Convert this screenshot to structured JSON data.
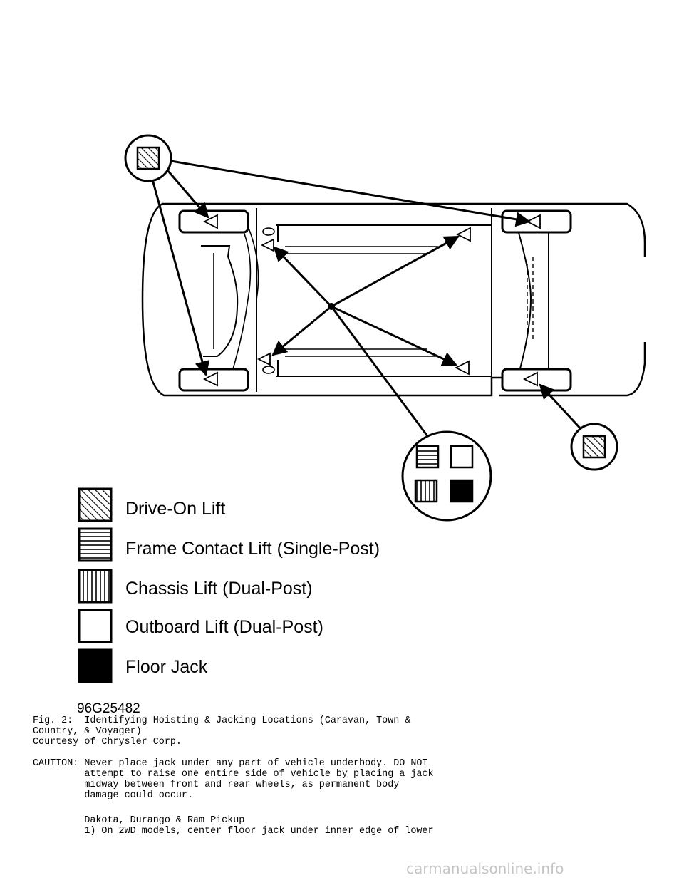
{
  "legend": {
    "drive_on": "Drive-On Lift",
    "frame_contact": "Frame Contact Lift (Single-Post)",
    "chassis": "Chassis Lift (Dual-Post)",
    "outboard": "Outboard Lift (Dual-Post)",
    "floor_jack": "Floor Jack"
  },
  "figure_code": "96G25482",
  "caption": {
    "line1": "Fig. 2:  Identifying Hoisting & Jacking Locations (Caravan, Town &",
    "line2": "Country, & Voyager)",
    "line3": "Courtesy of Chrysler Corp."
  },
  "caution": {
    "line1": "CAUTION: Never place jack under any part of vehicle underbody. DO NOT",
    "line2": "         attempt to raise one entire side of vehicle by placing a jack",
    "line3": "         midway between front and rear wheels, as permanent body",
    "line4": "         damage could occur."
  },
  "section": {
    "heading": "         Dakota, Durango & Ram Pickup",
    "step1": "         1) On 2WD models, center floor jack under inner edge of lower"
  },
  "watermark": "carmanualsonline.info"
}
